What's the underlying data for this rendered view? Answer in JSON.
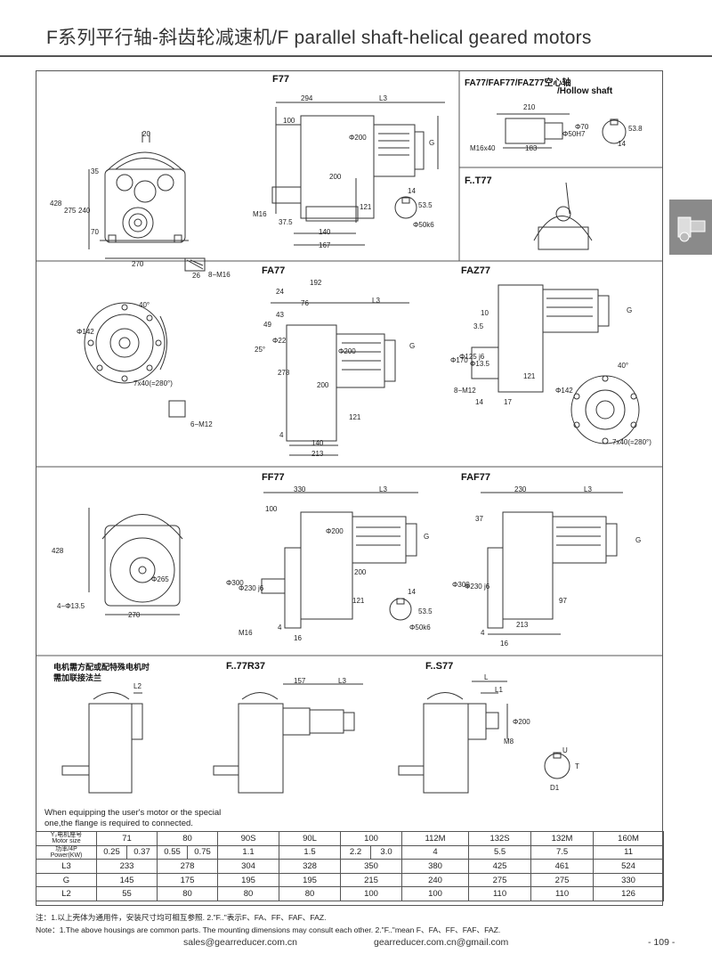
{
  "header": {
    "title": "F系列平行轴-斜齿轮减速机/F parallel shaft-helical geared motors"
  },
  "sections": {
    "f77": "F77",
    "fa77_hollow": "FA77/FAF77/FAZ77空心轴",
    "hollow_shaft": "/Hollow shaft",
    "ft77": "F..T77",
    "fa77": "FA77",
    "faz77": "FAZ77",
    "ff77": "FF77",
    "faf77": "FAF77",
    "fr37": "F..77R37",
    "fs77": "F..S77",
    "adapter_cn1": "电机需方配或配特殊电机时",
    "adapter_cn2": "需加联接法兰",
    "adapter_en1": "When equipping the user's motor or the special",
    "adapter_en2": "one,the flange is required to connected."
  },
  "dims": {
    "d20": "20",
    "d428": "428",
    "d275": "275",
    "d240": "240",
    "d35": "35",
    "d70": "70",
    "d270": "270",
    "d294": "294",
    "L3": "L3",
    "d100": "100",
    "G": "G",
    "d200": "200",
    "dia200": "Φ200",
    "M16": "M16",
    "d375": "37.5",
    "d140": "140",
    "d167": "167",
    "d121": "121",
    "d14": "14",
    "d535": "53.5",
    "dia50k6": "Φ50k6",
    "d26": "26",
    "d8M16": "8−M16",
    "d210": "210",
    "d183": "183",
    "M16x40": "M16x40",
    "dia50H7": "Φ50H7",
    "dia70": "Φ70",
    "d538": "53.8",
    "d192": "192",
    "d24": "24",
    "d76": "76",
    "d43": "43",
    "d49": "49",
    "d25": "25°",
    "dia22": "Φ22",
    "d278": "278",
    "d4": "4",
    "d213": "213",
    "d40": "40°",
    "dia142": "Φ142",
    "d7x40": "7x40(=280°)",
    "d6M12": "6−M12",
    "d10": "10",
    "d35b": "3.5",
    "dia170": "Φ170",
    "dia125": "Φ125 j6",
    "dia135": "Φ13.5",
    "d8M12": "8−M12",
    "d17": "17",
    "d330": "330",
    "dia265": "Φ265",
    "d4M135": "4−Φ13.5",
    "dia300": "Φ300",
    "dia230": "Φ230 j6",
    "d16": "16",
    "d230": "230",
    "d37": "37",
    "d97": "97",
    "d157": "157",
    "L2": "L2",
    "L": "L",
    "L1": "L1",
    "M8": "M8",
    "U": "U",
    "T": "T",
    "D1": "D1"
  },
  "table": {
    "col_motor": [
      "Y₂电机座号",
      "Motor size"
    ],
    "col_power": [
      "功率/4P",
      "Power(KW)"
    ],
    "motor_sizes": [
      "71",
      "80",
      "90S",
      "90L",
      "100",
      "112M",
      "132S",
      "132M",
      "160M"
    ],
    "power": [
      "0.25",
      "0.37",
      "0.55",
      "0.75",
      "1.1",
      "1.5",
      "2.2",
      "3.0",
      "4",
      "5.5",
      "7.5",
      "11"
    ],
    "rows": [
      {
        "label": "L3",
        "values": [
          "233",
          "278",
          "304",
          "328",
          "350",
          "380",
          "425",
          "461",
          "524"
        ]
      },
      {
        "label": "G",
        "values": [
          "145",
          "175",
          "195",
          "195",
          "215",
          "240",
          "275",
          "275",
          "330"
        ]
      },
      {
        "label": "L2",
        "values": [
          "55",
          "80",
          "80",
          "80",
          "100",
          "100",
          "110",
          "110",
          "126"
        ]
      }
    ]
  },
  "notes": {
    "cn": "注：1.以上壳体为通用件，安装尺寸均可相互参照.   2.\"F..\"表示F、FA、FF、FAF、FAZ.",
    "en": "Note：1.The above housings are common parts. The mounting dimensions may consult each other.    2.\"F..\"mean F、FA、FF、FAF、FAZ."
  },
  "footer": {
    "email1": "sales@gearreducer.com.cn",
    "email2": "gearreducer.com.cn@gmail.com",
    "page": "- 109 -"
  },
  "colors": {
    "line": "#555555",
    "tab": "#8a8a8a"
  }
}
